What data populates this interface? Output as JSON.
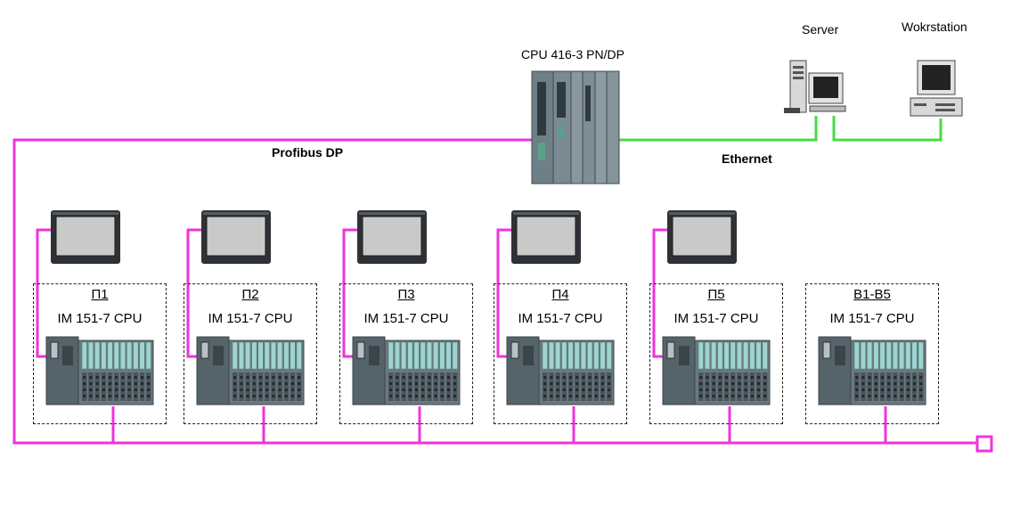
{
  "cpu": {
    "label": "CPU 416-3 PN/DP"
  },
  "server": {
    "label": "Server"
  },
  "workstation": {
    "label": "Wokrstation"
  },
  "profibus": {
    "label": "Profibus DP"
  },
  "ethernet": {
    "label": "Ethernet"
  },
  "stations": [
    {
      "name": "П1",
      "cpu_label": "IM 151-7  CPU",
      "has_hmi": true
    },
    {
      "name": "П2",
      "cpu_label": "IM 151-7  CPU",
      "has_hmi": true
    },
    {
      "name": "П3",
      "cpu_label": "IM 151-7  CPU",
      "has_hmi": true
    },
    {
      "name": "П4",
      "cpu_label": "IM 151-7  CPU",
      "has_hmi": true
    },
    {
      "name": "П5",
      "cpu_label": "IM 151-7  CPU",
      "has_hmi": true
    },
    {
      "name": "В1-В5",
      "cpu_label": "IM 151-7  CPU",
      "has_hmi": false
    }
  ],
  "colors": {
    "profibus": "#ee33dd",
    "ethernet": "#44dd44",
    "device_dark": "#5a6a72",
    "module_teal": "#9fd4d0"
  }
}
